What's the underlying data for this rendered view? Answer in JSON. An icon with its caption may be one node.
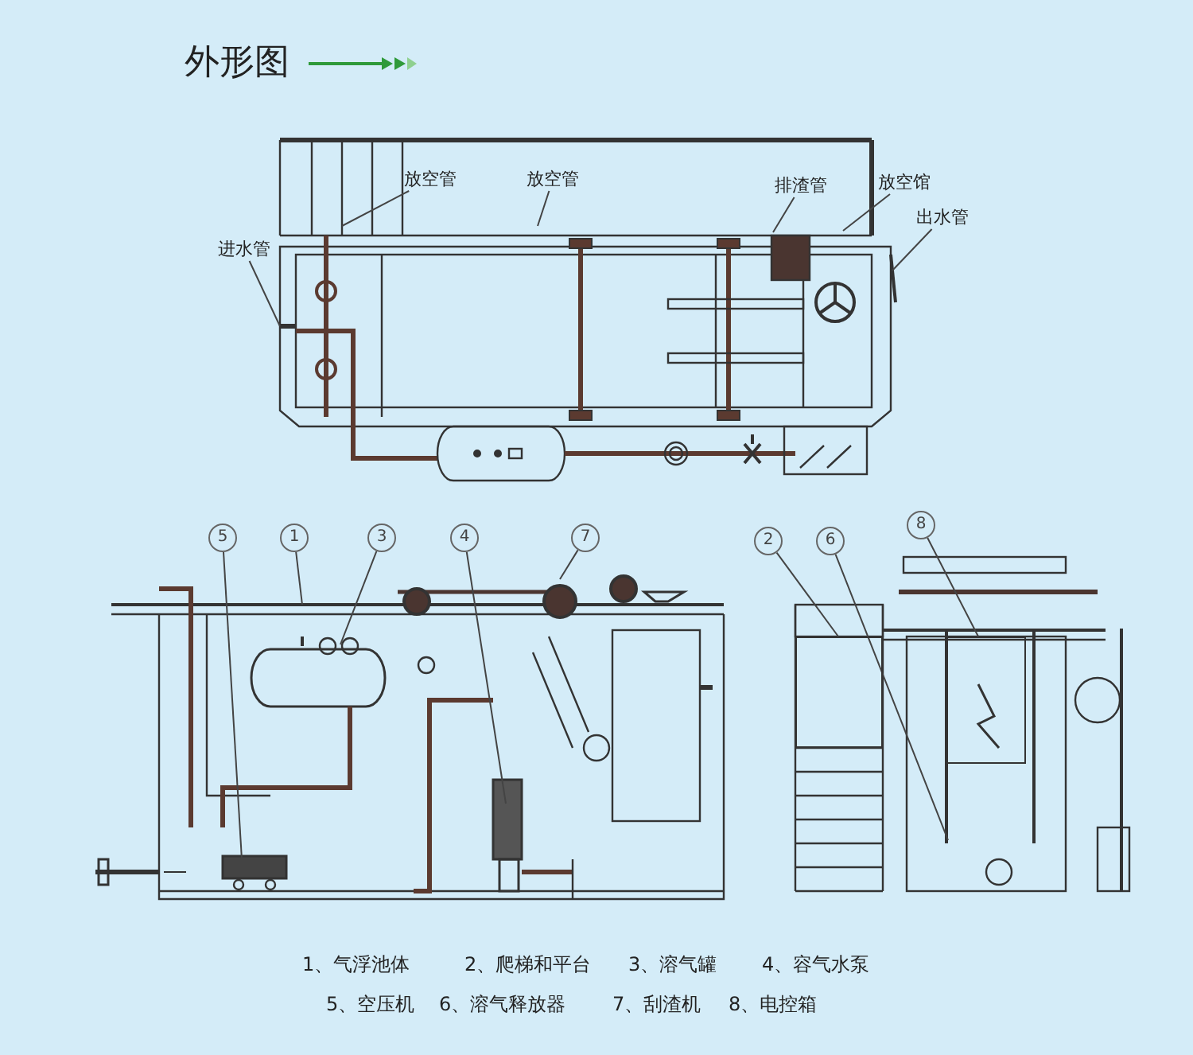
{
  "diagram": {
    "title": "外形图",
    "nodes": [
      {
        "text": [
          "进水管"
        ]
      },
      {
        "text": [
          "放空管"
        ]
      },
      {
        "text": [
          "放空管"
        ]
      },
      {
        "text": [
          "排渣管"
        ]
      },
      {
        "text": [
          "放空馆"
        ]
      },
      {
        "text": [
          "出水管"
        ]
      },
      {
        "text": [
          "5"
        ]
      },
      {
        "text": [
          "1"
        ]
      },
      {
        "text": [
          "3"
        ]
      },
      {
        "text": [
          "4"
        ]
      },
      {
        "text": [
          "7"
        ]
      },
      {
        "text": [
          "2"
        ]
      },
      {
        "text": [
          "6"
        ]
      },
      {
        "text": [
          "8"
        ]
      },
      {
        "text": [],
        "shape": "box"
      },
      {
        "text": [],
        "shape": "box"
      }
    ],
    "edges": [
      {
        "from": 0,
        "to": null,
        "arrow": "none"
      },
      {
        "from": 1,
        "to": null,
        "arrow": "none"
      },
      {
        "from": 2,
        "to": null,
        "arrow": "none"
      },
      {
        "from": 3,
        "to": null,
        "arrow": "none"
      },
      {
        "from": 4,
        "to": null,
        "arrow": "none"
      },
      {
        "from": 5,
        "to": null,
        "arrow": "none"
      },
      {
        "from": 6,
        "to": null,
        "arrow": "none"
      },
      {
        "from": 7,
        "to": null,
        "arrow": "none"
      },
      {
        "from": 8,
        "to": null,
        "arrow": "none"
      },
      {
        "from": 9,
        "to": null,
        "arrow": "none"
      },
      {
        "from": 10,
        "to": null,
        "arrow": "none"
      },
      {
        "from": 11,
        "to": 14,
        "arrow": "none"
      },
      {
        "from": 12,
        "to": null,
        "arrow": "none"
      },
      {
        "from": 13,
        "to": 15,
        "arrow": "none"
      }
    ],
    "labels": [
      "1、气浮池体",
      "2、爬梯和平台",
      "3、溶气罐",
      "4、容气水泵",
      "5、空压机",
      "6、溶气释放器",
      "7、刮渣机",
      "8、电控箱"
    ]
  }
}
